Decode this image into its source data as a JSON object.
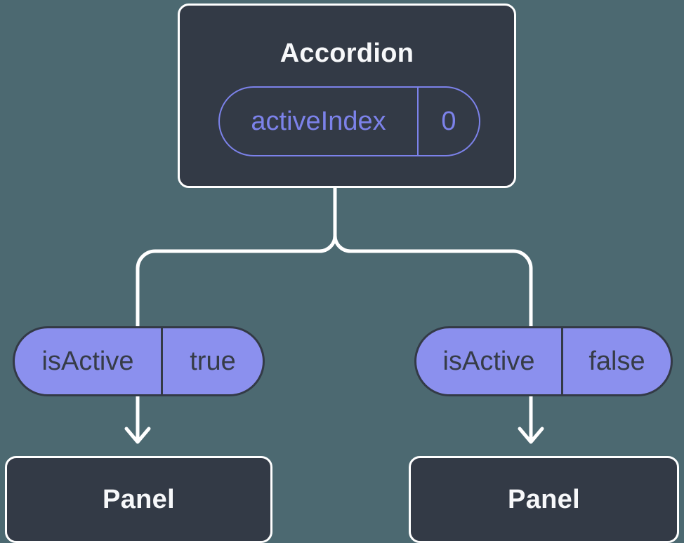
{
  "colors": {
    "background": "#4C6971",
    "node_fill": "#333A46",
    "node_border": "#FFFFFF",
    "node_text": "#F7F8FA",
    "connector": "#FFFFFF",
    "prop_pill_outline": "#7C82EA",
    "prop_pill_fill": "#8B90EE",
    "prop_pill_text": "#363C47"
  },
  "icons": {
    "arrow": "arrow-down-chevron"
  },
  "tree": {
    "root": {
      "title": "Accordion",
      "prop": {
        "name": "activeIndex",
        "value": "0"
      }
    },
    "branches": [
      {
        "prop": {
          "name": "isActive",
          "value": "true"
        },
        "child_title": "Panel"
      },
      {
        "prop": {
          "name": "isActive",
          "value": "false"
        },
        "child_title": "Panel"
      }
    ]
  }
}
